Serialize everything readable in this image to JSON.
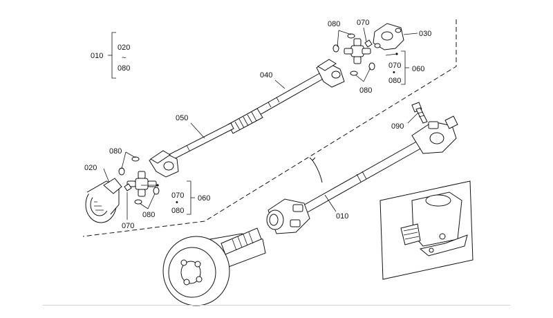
{
  "diagram": {
    "labels": {
      "p010_top": "010",
      "p020_top": "020",
      "tilde": "~",
      "p080_top": "080",
      "p080_a": "080",
      "p070_a": "070",
      "p030": "030",
      "p070_b": "070",
      "dot_a": "•",
      "p080_b": "080",
      "p060_a": "060",
      "p080_c": "080",
      "p040": "040",
      "p050": "050",
      "p090": "090",
      "p080_d": "080",
      "p020": "020",
      "p070_c": "070",
      "p080_e": "080",
      "p070_d": "070",
      "dot_b": "•",
      "p080_f": "080",
      "p060_b": "060",
      "p010": "010"
    }
  }
}
